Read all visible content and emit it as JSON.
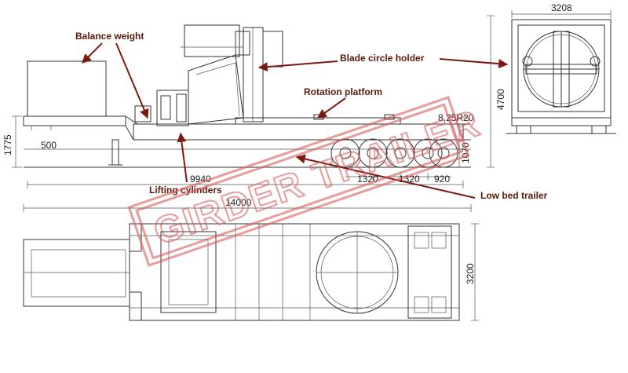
{
  "labels": {
    "balance_weight": "Balance weight",
    "blade_circle_holder": "Blade circle holder",
    "rotation_platform": "Rotation platform",
    "lifting_cylinders": "Lifting cylinders",
    "low_bed_trailer": "Low bed trailer"
  },
  "dimensions": {
    "front_width": "3208",
    "height_total": "4700",
    "tire": "8.25R20",
    "left_height": "1775",
    "gooseneck": "500",
    "deck_height": "1070",
    "axle_spacing_1": "1320",
    "axle_spacing_2": "1320",
    "rear_overhang": "920",
    "deck_length": "9940",
    "total_length": "14000",
    "plan_width": "3200"
  },
  "watermark": "GIRDER TRAILER",
  "colors": {
    "callout_text": "#5a1a0e",
    "arrow": "#7a1a10",
    "watermark": "#d85a5a",
    "line": "#333333"
  }
}
